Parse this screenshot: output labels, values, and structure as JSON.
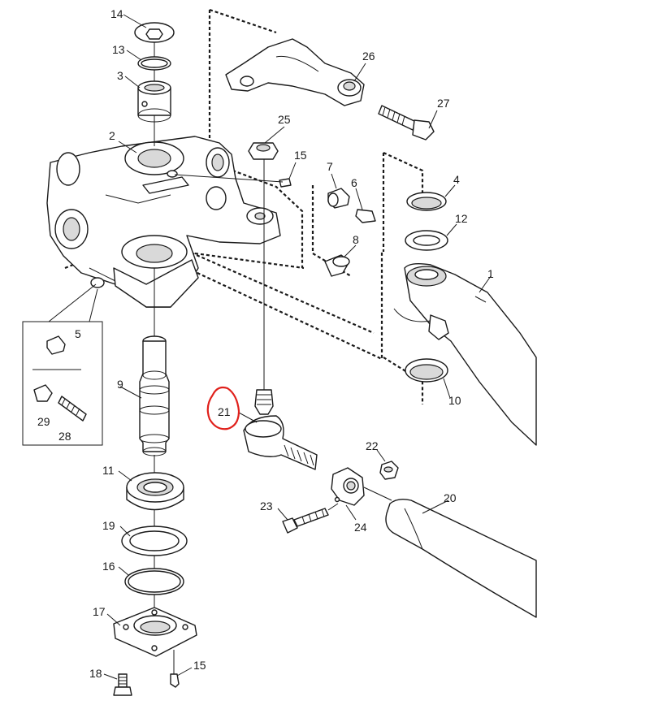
{
  "labels": {
    "p1": "1",
    "p2": "2",
    "p3": "3",
    "p4": "4",
    "p5": "5",
    "p6": "6",
    "p7": "7",
    "p8": "8",
    "p9": "9",
    "p10": "10",
    "p11": "11",
    "p12": "12",
    "p13": "13",
    "p14": "14",
    "p15a": "15",
    "p15b": "15",
    "p16": "16",
    "p17": "17",
    "p18": "18",
    "p19": "19",
    "p20": "20",
    "p21": "21",
    "p22": "22",
    "p23": "23",
    "p24": "24",
    "p25": "25",
    "p26": "26",
    "p27": "27",
    "p28": "28",
    "p29": "29"
  },
  "highlight": {
    "part": "21",
    "color": "#e0201b"
  }
}
